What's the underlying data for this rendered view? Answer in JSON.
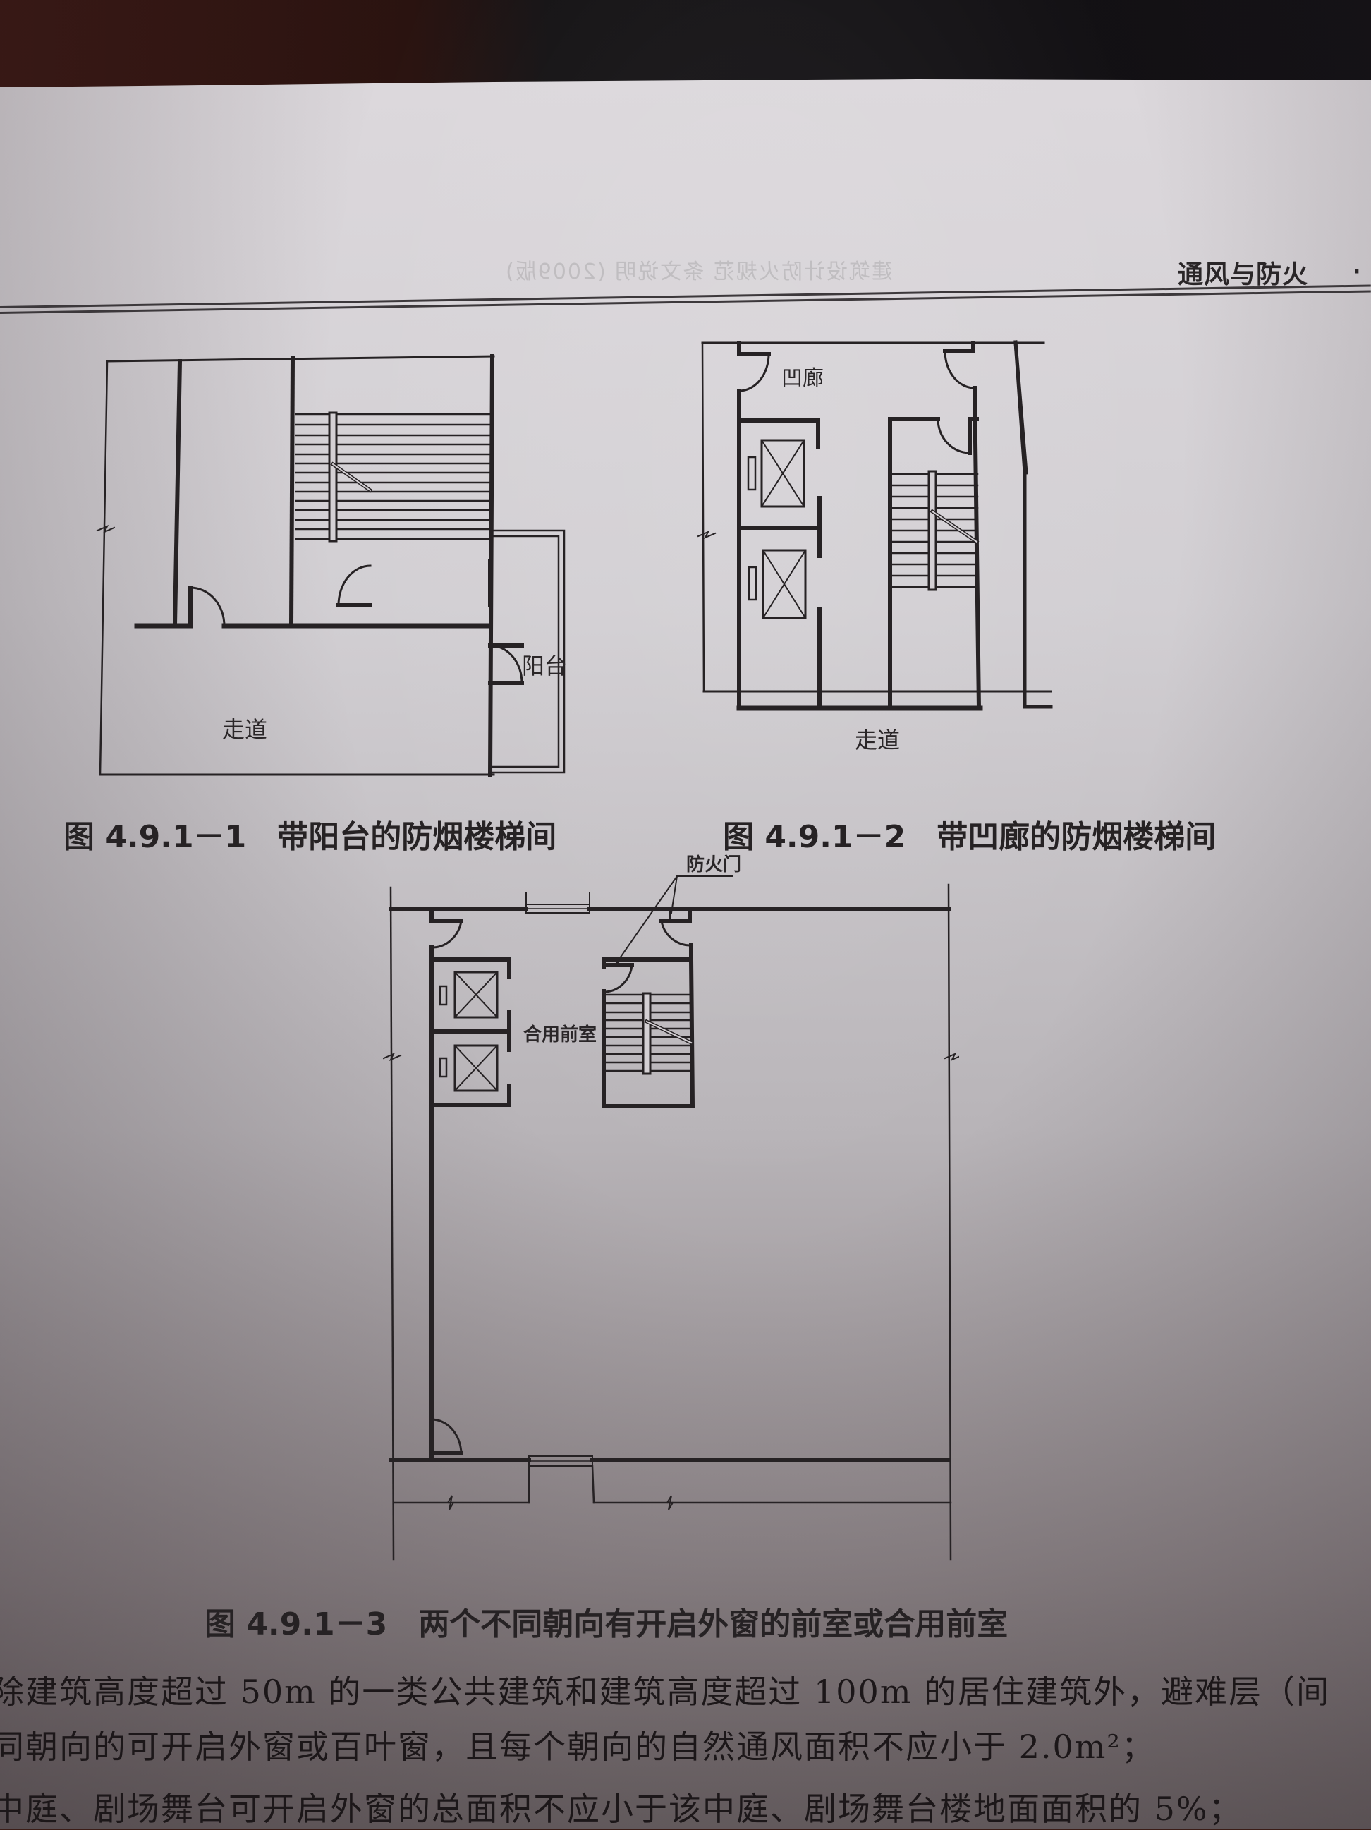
{
  "header": {
    "section_title": "通风与防火",
    "dot": "·"
  },
  "figures": [
    {
      "caption": "图 4.9.1－1　带阳台的防烟楼梯间",
      "labels": {
        "corridor": "走道",
        "balcony": "阳台"
      }
    },
    {
      "caption": "图 4.9.1－2　带凹廊的防烟楼梯间",
      "labels": {
        "recessed_corridor": "凹廊",
        "corridor": "走道"
      }
    },
    {
      "caption": "图 4.9.1－3　两个不同朝向有开启外窗的前室或合用前室",
      "labels": {
        "fire_door": "防火门",
        "shared_anteroom": "合用前室"
      }
    }
  ],
  "body_text": [
    "除建筑高度超过 50m 的一类公共建筑和建筑高度超过 100m 的居住建筑外，避难层（间",
    "同朝向的可开启外窗或百叶窗，且每个朝向的自然通风面积不应小于 2.0m²；",
    "中庭、剧场舞台可开启外窗的总面积不应小于该中庭、剧场舞台楼地面面积的 5%；"
  ],
  "colors": {
    "ink": "#262224",
    "paper": "#d4d0d4",
    "desk": "#2a1310"
  }
}
